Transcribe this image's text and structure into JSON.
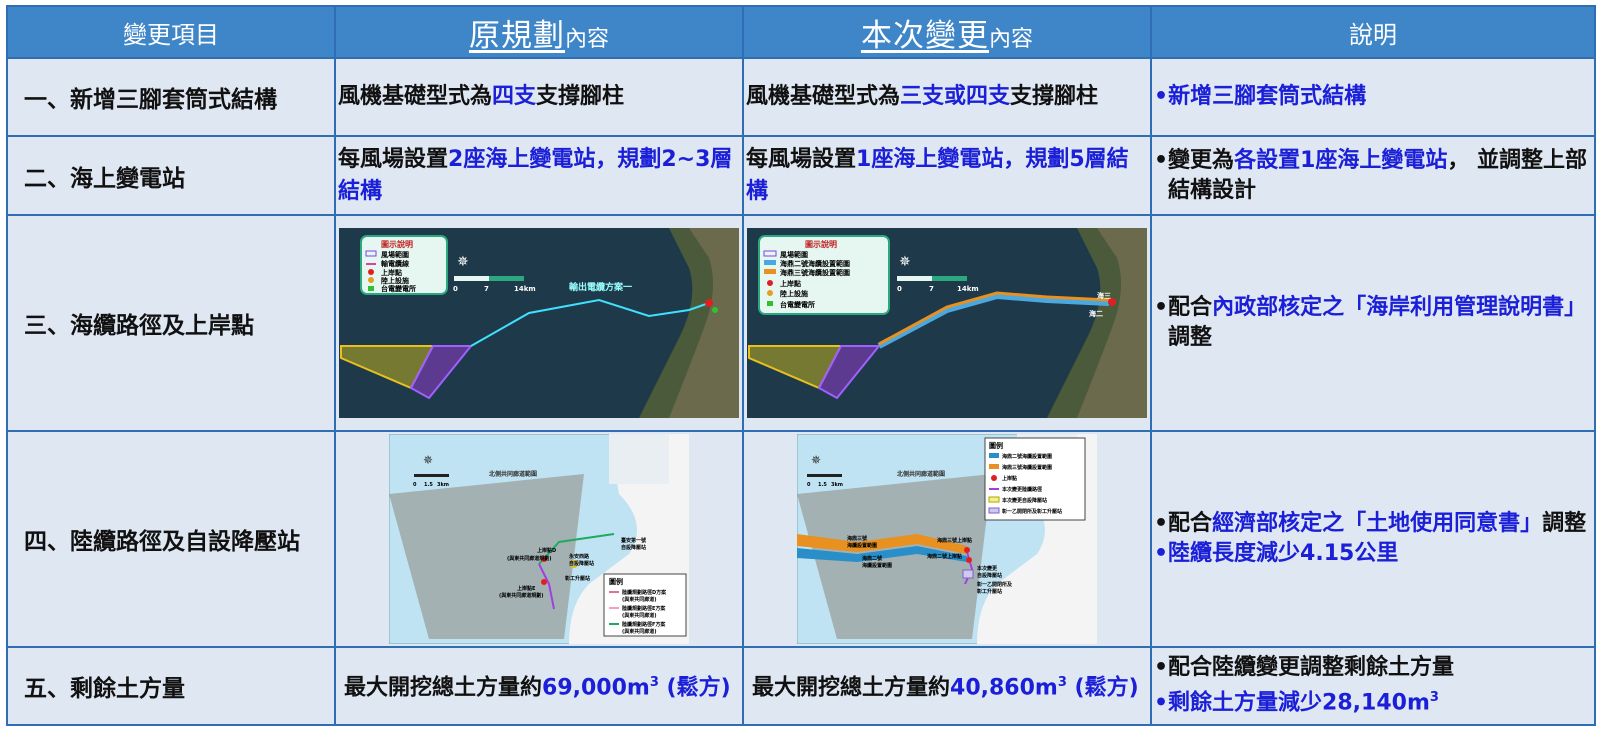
{
  "header": {
    "col1": "變更項目",
    "col2_main": "原規劃",
    "col2_suffix": "內容",
    "col3_main": "本次變更",
    "col3_suffix": "內容",
    "col4": "說明"
  },
  "rows": [
    {
      "item": "一、新增三腳套筒式結構",
      "orig": [
        "風機基礎型式為",
        "四支",
        "支撐腳柱"
      ],
      "new": [
        "風機基礎型式為",
        "三支或四支",
        "支撐腳柱"
      ],
      "note": [
        "•",
        "新增三腳套筒式結構"
      ]
    },
    {
      "item": "二、海上變電站",
      "orig": [
        "每風場設置",
        "2座海上變電站，規劃2~3層結構"
      ],
      "new": [
        "每風場設置",
        "1座海上變電站，規劃5層結構"
      ],
      "note": [
        "•變更為",
        "各設置1座海上變電站",
        "， 並調整上部結構設計"
      ]
    },
    {
      "item": "三、海纜路徑及上岸點",
      "note": [
        "•配合",
        "內政部核定之「海岸利用管理說明書」",
        "調整"
      ]
    },
    {
      "item": "四、陸纜路徑及自設降壓站",
      "note": [
        "•配合",
        "經濟部核定之「土地使用同意書」",
        "調整",
        "•陸纜長度減少4.15公里"
      ]
    },
    {
      "item": "五、剩餘土方量",
      "orig": [
        "最大開挖總土方量約",
        "69,000m",
        "3",
        " (鬆方)"
      ],
      "new": [
        "最大開挖總土方量約",
        "40,860m",
        "3",
        " (鬆方)"
      ],
      "note": [
        "•配合陸纜變更調整剩餘土方量",
        "•剩餘土方量減少28,140m",
        "3"
      ]
    }
  ],
  "map_orig": {
    "legend_title": "圖示說明",
    "legend": [
      "風場範圍",
      "輸電纜線",
      "上岸點",
      "陸上設施",
      "台電變電所"
    ],
    "scale": [
      "0",
      "7",
      "14km"
    ],
    "route_label": "輸出電纜方案一"
  },
  "map_new": {
    "legend_title": "圖示說明",
    "legend": [
      "風場範圍",
      "海鼎二號海纜設置範圍",
      "海鼎三號海纜設置範圍",
      "上岸點",
      "陸上設施",
      "台電變電所"
    ],
    "scale": [
      "0",
      "7",
      "14km"
    ],
    "labels": [
      "海三",
      "海二"
    ]
  },
  "land_orig": {
    "area_label": "北側共同廊道範圍",
    "scale": [
      "0",
      "1.5",
      "3km"
    ],
    "legend_title": "圖例",
    "legend": [
      "陸纜規劃路徑D方案",
      "(與東共同廊道)",
      "陸纜規劃路徑E方案",
      "(與東共同廊道)",
      "陸纜規劃路徑F方案",
      "(與東共同廊道)"
    ],
    "labels": [
      "上岸點D",
      "(與東共同廊道規劃)",
      "上岸點E",
      "(與東共同廊道規劃)",
      "永安西路",
      "自設降壓站",
      "彰工升壓站",
      "臺安第一號",
      "自設降壓站"
    ]
  },
  "land_new": {
    "area_label": "北側共同廊道範圍",
    "scale": [
      "0",
      "1.5",
      "3km"
    ],
    "legend_title": "圖例",
    "legend": [
      "海鼎二號海纜設置範圍",
      "海鼎三號海纜設置範圍",
      "上岸點",
      "本次變更陸纜路徑",
      "本次變更自設降壓站",
      "彰一乙開閉所及彰工升壓站"
    ],
    "labels": [
      "海鼎三號",
      "海纜設置範圍",
      "海鼎三號上岸點",
      "海鼎二號",
      "海纜設置範圍",
      "海鼎二號上岸點",
      "本次變更",
      "自設降壓站",
      "彰一乙開閉所及",
      "彰工升壓站"
    ]
  }
}
